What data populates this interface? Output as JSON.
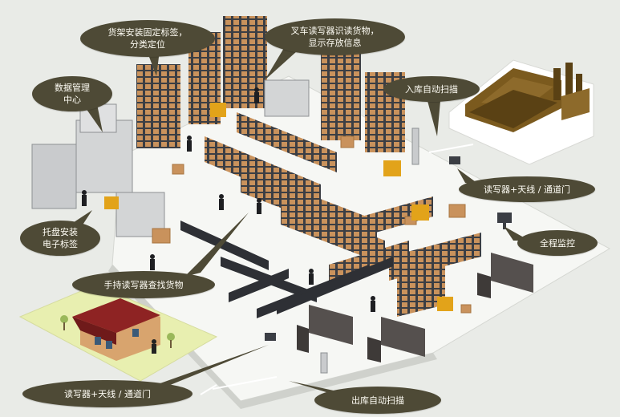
{
  "labels": {
    "shelf_tags": [
      "货架安装固定标签，",
      "分类定位"
    ],
    "forklift_reader": [
      "叉车读写器识读货物，",
      "显示存放信息"
    ],
    "data_center": [
      "数据管理",
      "中心"
    ],
    "inbound_scan": "入库自动扫描",
    "reader_gate_right": "读写器+天线 / 通道门",
    "pallet_tags": [
      "托盘安装",
      "电子标签"
    ],
    "monitoring": "全程监控",
    "handheld": "手持读写器查找货物",
    "reader_gate_left": "读写器+天线 / 通道门",
    "outbound_scan": "出库自动扫描"
  },
  "colors": {
    "callout_fill": "#4e4a36",
    "callout_text": "#fffdf5",
    "floor": "#f7f8f5",
    "background": "#e9ebe7",
    "house_lawn": "#e8efb0",
    "shelf": "#3b3e44",
    "box": "#c9925c",
    "truck": "#55504e",
    "factory_roof": "#7b5a1e"
  }
}
